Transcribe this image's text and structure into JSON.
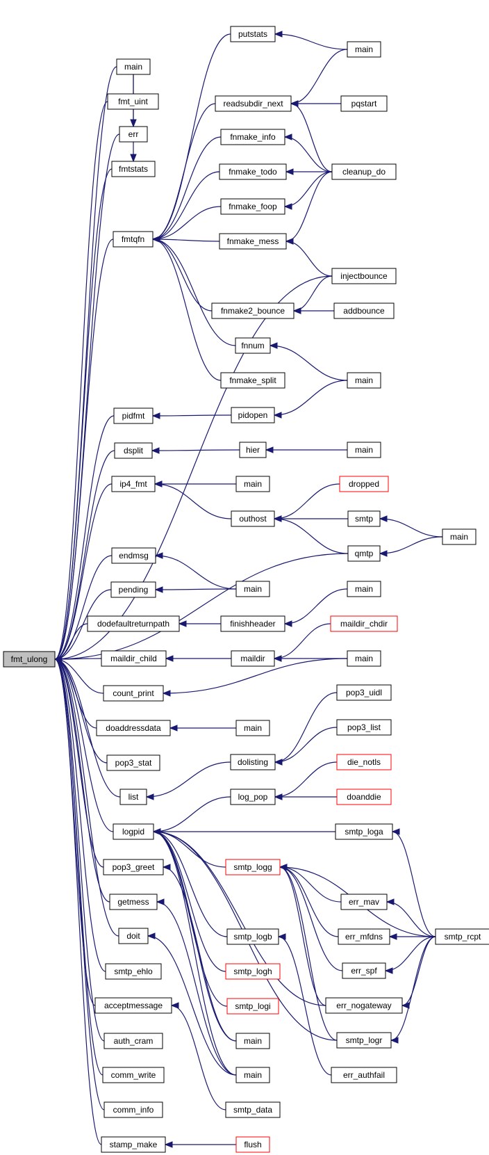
{
  "graph": {
    "edge_color": "#191970",
    "nodes": [
      {
        "id": "fmt_ulong",
        "label": "fmt_ulong",
        "root": true
      },
      {
        "id": "main1",
        "label": "main"
      },
      {
        "id": "fmt_uint",
        "label": "fmt_uint"
      },
      {
        "id": "err",
        "label": "err"
      },
      {
        "id": "fmtstats",
        "label": "fmtstats"
      },
      {
        "id": "fmtqfn",
        "label": "fmtqfn"
      },
      {
        "id": "pidfmt",
        "label": "pidfmt"
      },
      {
        "id": "dsplit",
        "label": "dsplit"
      },
      {
        "id": "ip4_fmt",
        "label": "ip4_fmt"
      },
      {
        "id": "endmsg",
        "label": "endmsg"
      },
      {
        "id": "pending",
        "label": "pending"
      },
      {
        "id": "dodefaultreturnpath",
        "label": "dodefaultreturnpath"
      },
      {
        "id": "maildir_child",
        "label": "maildir_child"
      },
      {
        "id": "count_print",
        "label": "count_print"
      },
      {
        "id": "doaddressdata",
        "label": "doaddressdata"
      },
      {
        "id": "pop3_stat",
        "label": "pop3_stat"
      },
      {
        "id": "list",
        "label": "list"
      },
      {
        "id": "logpid",
        "label": "logpid"
      },
      {
        "id": "pop3_greet",
        "label": "pop3_greet"
      },
      {
        "id": "getmess",
        "label": "getmess"
      },
      {
        "id": "doit",
        "label": "doit"
      },
      {
        "id": "smtp_ehlo",
        "label": "smtp_ehlo"
      },
      {
        "id": "acceptmessage",
        "label": "acceptmessage"
      },
      {
        "id": "auth_cram",
        "label": "auth_cram"
      },
      {
        "id": "comm_write",
        "label": "comm_write"
      },
      {
        "id": "comm_info",
        "label": "comm_info"
      },
      {
        "id": "stamp_make",
        "label": "stamp_make"
      },
      {
        "id": "putstats",
        "label": "putstats"
      },
      {
        "id": "readsubdir_next",
        "label": "readsubdir_next"
      },
      {
        "id": "fnmake_info",
        "label": "fnmake_info"
      },
      {
        "id": "fnmake_todo",
        "label": "fnmake_todo"
      },
      {
        "id": "fnmake_foop",
        "label": "fnmake_foop"
      },
      {
        "id": "fnmake_mess",
        "label": "fnmake_mess"
      },
      {
        "id": "fnmake2_bounce",
        "label": "fnmake2_bounce"
      },
      {
        "id": "fnnum",
        "label": "fnnum"
      },
      {
        "id": "fnmake_split",
        "label": "fnmake_split"
      },
      {
        "id": "pidopen",
        "label": "pidopen"
      },
      {
        "id": "hier",
        "label": "hier"
      },
      {
        "id": "main_ip4",
        "label": "main"
      },
      {
        "id": "outhost",
        "label": "outhost"
      },
      {
        "id": "main_endmsg",
        "label": "main"
      },
      {
        "id": "finishheader",
        "label": "finishheader"
      },
      {
        "id": "maildir",
        "label": "maildir"
      },
      {
        "id": "main_doaddr",
        "label": "main"
      },
      {
        "id": "dolisting",
        "label": "dolisting"
      },
      {
        "id": "log_pop",
        "label": "log_pop"
      },
      {
        "id": "smtp_logg",
        "label": "smtp_logg",
        "red": true
      },
      {
        "id": "smtp_logb",
        "label": "smtp_logb"
      },
      {
        "id": "smtp_logh",
        "label": "smtp_logh",
        "red": true
      },
      {
        "id": "smtp_logi",
        "label": "smtp_logi",
        "red": true
      },
      {
        "id": "main_c3a",
        "label": "main"
      },
      {
        "id": "main_c3b",
        "label": "main"
      },
      {
        "id": "smtp_data",
        "label": "smtp_data"
      },
      {
        "id": "flush",
        "label": "flush",
        "red": true
      },
      {
        "id": "main_put",
        "label": "main"
      },
      {
        "id": "pqstart",
        "label": "pqstart"
      },
      {
        "id": "cleanup_do",
        "label": "cleanup_do"
      },
      {
        "id": "injectbounce",
        "label": "injectbounce"
      },
      {
        "id": "addbounce",
        "label": "addbounce"
      },
      {
        "id": "main_pid",
        "label": "main"
      },
      {
        "id": "main_hier",
        "label": "main"
      },
      {
        "id": "dropped",
        "label": "dropped",
        "red": true
      },
      {
        "id": "smtp",
        "label": "smtp"
      },
      {
        "id": "qmtp",
        "label": "qmtp"
      },
      {
        "id": "main_fh",
        "label": "main"
      },
      {
        "id": "maildir_chdir",
        "label": "maildir_chdir",
        "red": true
      },
      {
        "id": "main_md",
        "label": "main"
      },
      {
        "id": "pop3_uidl",
        "label": "pop3_uidl"
      },
      {
        "id": "pop3_list",
        "label": "pop3_list"
      },
      {
        "id": "die_notls",
        "label": "die_notls",
        "red": true
      },
      {
        "id": "doanddie",
        "label": "doanddie",
        "red": true
      },
      {
        "id": "smtp_loga",
        "label": "smtp_loga"
      },
      {
        "id": "err_mav",
        "label": "err_mav"
      },
      {
        "id": "err_mfdns",
        "label": "err_mfdns"
      },
      {
        "id": "err_spf",
        "label": "err_spf"
      },
      {
        "id": "err_nogateway",
        "label": "err_nogateway"
      },
      {
        "id": "smtp_logr",
        "label": "smtp_logr"
      },
      {
        "id": "err_authfail",
        "label": "err_authfail"
      },
      {
        "id": "main_smtp",
        "label": "main"
      },
      {
        "id": "smtp_rcpt",
        "label": "smtp_rcpt"
      }
    ],
    "edges": [
      [
        "main1",
        "fmt_ulong"
      ],
      [
        "fmt_uint",
        "fmt_ulong"
      ],
      [
        "err",
        "fmt_ulong"
      ],
      [
        "fmtstats",
        "fmt_ulong"
      ],
      [
        "fmtqfn",
        "fmt_ulong"
      ],
      [
        "pidfmt",
        "fmt_ulong"
      ],
      [
        "dsplit",
        "fmt_ulong"
      ],
      [
        "ip4_fmt",
        "fmt_ulong"
      ],
      [
        "endmsg",
        "fmt_ulong"
      ],
      [
        "pending",
        "fmt_ulong"
      ],
      [
        "dodefaultreturnpath",
        "fmt_ulong"
      ],
      [
        "maildir_child",
        "fmt_ulong"
      ],
      [
        "count_print",
        "fmt_ulong"
      ],
      [
        "doaddressdata",
        "fmt_ulong"
      ],
      [
        "pop3_stat",
        "fmt_ulong"
      ],
      [
        "list",
        "fmt_ulong"
      ],
      [
        "logpid",
        "fmt_ulong"
      ],
      [
        "pop3_greet",
        "fmt_ulong"
      ],
      [
        "getmess",
        "fmt_ulong"
      ],
      [
        "doit",
        "fmt_ulong"
      ],
      [
        "smtp_ehlo",
        "fmt_ulong"
      ],
      [
        "acceptmessage",
        "fmt_ulong"
      ],
      [
        "auth_cram",
        "fmt_ulong"
      ],
      [
        "comm_write",
        "fmt_ulong"
      ],
      [
        "comm_info",
        "fmt_ulong"
      ],
      [
        "stamp_make",
        "fmt_ulong"
      ],
      [
        "injectbounce",
        "fmt_ulong"
      ],
      [
        "qmtp",
        "fmt_ulong"
      ],
      [
        "main_put",
        "putstats"
      ],
      [
        "main_put",
        "readsubdir_next"
      ],
      [
        "pqstart",
        "readsubdir_next"
      ],
      [
        "cleanup_do",
        "readsubdir_next"
      ],
      [
        "cleanup_do",
        "fnmake_info"
      ],
      [
        "cleanup_do",
        "fnmake_todo"
      ],
      [
        "cleanup_do",
        "fnmake_foop"
      ],
      [
        "cleanup_do",
        "fnmake_mess"
      ],
      [
        "injectbounce",
        "fnmake_mess"
      ],
      [
        "injectbounce",
        "fnmake2_bounce"
      ],
      [
        "addbounce",
        "fnmake2_bounce"
      ],
      [
        "main_pid",
        "fnnum"
      ],
      [
        "main_pid",
        "pidopen"
      ],
      [
        "main_hier",
        "hier"
      ],
      [
        "dropped",
        "outhost"
      ],
      [
        "smtp",
        "outhost"
      ],
      [
        "qmtp",
        "outhost"
      ],
      [
        "main_smtp",
        "smtp"
      ],
      [
        "main_smtp",
        "qmtp"
      ],
      [
        "main_fh",
        "finishheader"
      ],
      [
        "maildir_chdir",
        "maildir"
      ],
      [
        "main_md",
        "maildir"
      ],
      [
        "main_md",
        "count_print"
      ],
      [
        "pop3_uidl",
        "dolisting"
      ],
      [
        "pop3_list",
        "dolisting"
      ],
      [
        "die_notls",
        "log_pop"
      ],
      [
        "doanddie",
        "log_pop"
      ],
      [
        "smtp_loga",
        "logpid"
      ],
      [
        "err_mav",
        "smtp_logg"
      ],
      [
        "err_mfdns",
        "smtp_logg"
      ],
      [
        "err_spf",
        "smtp_logg"
      ],
      [
        "err_nogateway",
        "smtp_logg"
      ],
      [
        "smtp_logr",
        "smtp_logg"
      ],
      [
        "smtp_rcpt",
        "smtp_logg"
      ],
      [
        "err_authfail",
        "smtp_logb"
      ],
      [
        "smtp_rcpt",
        "smtp_loga"
      ],
      [
        "smtp_rcpt",
        "err_mav"
      ],
      [
        "smtp_rcpt",
        "err_mfdns"
      ],
      [
        "smtp_rcpt",
        "err_spf"
      ],
      [
        "smtp_rcpt",
        "err_nogateway"
      ],
      [
        "smtp_rcpt",
        "smtp_logr"
      ],
      [
        "main1",
        "err"
      ],
      [
        "main1",
        "fmtstats"
      ],
      [
        "putstats",
        "fmtqfn"
      ],
      [
        "readsubdir_next",
        "fmtqfn"
      ],
      [
        "fnmake_info",
        "fmtqfn"
      ],
      [
        "fnmake_todo",
        "fmtqfn"
      ],
      [
        "fnmake_foop",
        "fmtqfn"
      ],
      [
        "fnmake_mess",
        "fmtqfn"
      ],
      [
        "fnmake2_bounce",
        "fmtqfn"
      ],
      [
        "fnnum",
        "fmtqfn"
      ],
      [
        "fnmake_split",
        "fmtqfn"
      ],
      [
        "pidopen",
        "pidfmt"
      ],
      [
        "hier",
        "dsplit"
      ],
      [
        "main_ip4",
        "ip4_fmt"
      ],
      [
        "outhost",
        "ip4_fmt"
      ],
      [
        "main_endmsg",
        "endmsg"
      ],
      [
        "main_endmsg",
        "pending"
      ],
      [
        "finishheader",
        "dodefaultreturnpath"
      ],
      [
        "maildir",
        "maildir_child"
      ],
      [
        "main_doaddr",
        "doaddressdata"
      ],
      [
        "dolisting",
        "list"
      ],
      [
        "log_pop",
        "logpid"
      ],
      [
        "smtp_logg",
        "logpid"
      ],
      [
        "smtp_logb",
        "logpid"
      ],
      [
        "smtp_logh",
        "logpid"
      ],
      [
        "smtp_logi",
        "logpid"
      ],
      [
        "main_c3a",
        "logpid"
      ],
      [
        "main_c3b",
        "logpid"
      ],
      [
        "smtp_logr",
        "logpid"
      ],
      [
        "err_nogateway",
        "logpid"
      ],
      [
        "main_c3a",
        "pop3_greet"
      ],
      [
        "main_c3b",
        "getmess"
      ],
      [
        "main_c3b",
        "doit"
      ],
      [
        "smtp_data",
        "acceptmessage"
      ],
      [
        "flush",
        "stamp_make"
      ]
    ]
  }
}
